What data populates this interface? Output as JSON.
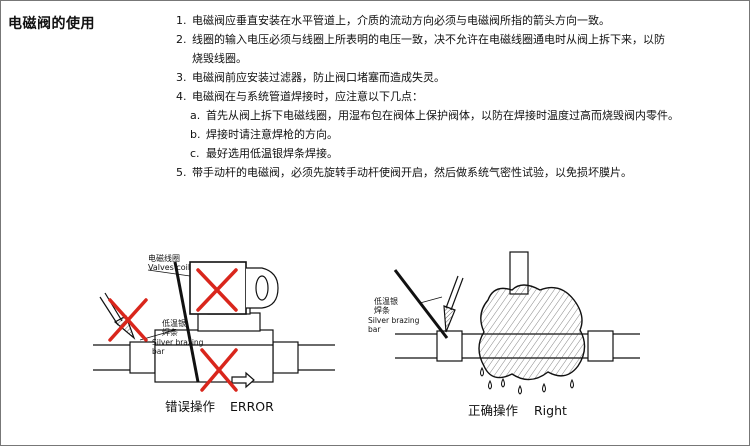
{
  "section_title": "电磁阀的使用",
  "instructions": [
    {
      "num": "1.",
      "text": "电磁阀应垂直安装在水平管道上，介质的流动方向必须与电磁阀所指的箭头方向一致。"
    },
    {
      "num": "2.",
      "text": "线圈的输入电压必须与线圈上所表明的电压一致，决不允许在电磁线圈通电时从阀上拆下来，以防",
      "cont": "烧毁线圈。"
    },
    {
      "num": "3.",
      "text": "电磁阀前应安装过滤器，防止阀口堵塞而造成失灵。"
    },
    {
      "num": "4.",
      "text": "电磁阀在与系统管道焊接时，应注意以下几点："
    },
    {
      "num": "a.",
      "text": "首先从阀上拆下电磁线圈，用湿布包在阀体上保护阀体，以防在焊接时温度过高而烧毁阀内零件。"
    },
    {
      "num": "b.",
      "text": "焊接时请注意焊枪的方向。"
    },
    {
      "num": "c.",
      "text": "最好选用低温银焊条焊接。"
    },
    {
      "num": "5.",
      "text": "带手动杆的电磁阀，必须先旋转手动杆使阀开启，然后做系统气密性试验，以免损坏膜片。"
    }
  ],
  "figure_left": {
    "coil_label_cn": "电磁线圈",
    "coil_label_en": "Valves coil",
    "rod_label_cn": "低温银",
    "rod_label_cn2": "焊条",
    "rod_label_en": "Silver brazing",
    "rod_label_en2": "bar",
    "caption_cn": "错误操作",
    "caption_en": "ERROR"
  },
  "figure_right": {
    "rod_label_cn": "低温银",
    "rod_label_cn2": "焊条",
    "rod_label_en": "Silver brazing",
    "rod_label_en2": "bar",
    "caption_cn": "正确操作",
    "caption_en": "Right"
  },
  "colors": {
    "cross": "#d9261c",
    "line": "#111111"
  }
}
